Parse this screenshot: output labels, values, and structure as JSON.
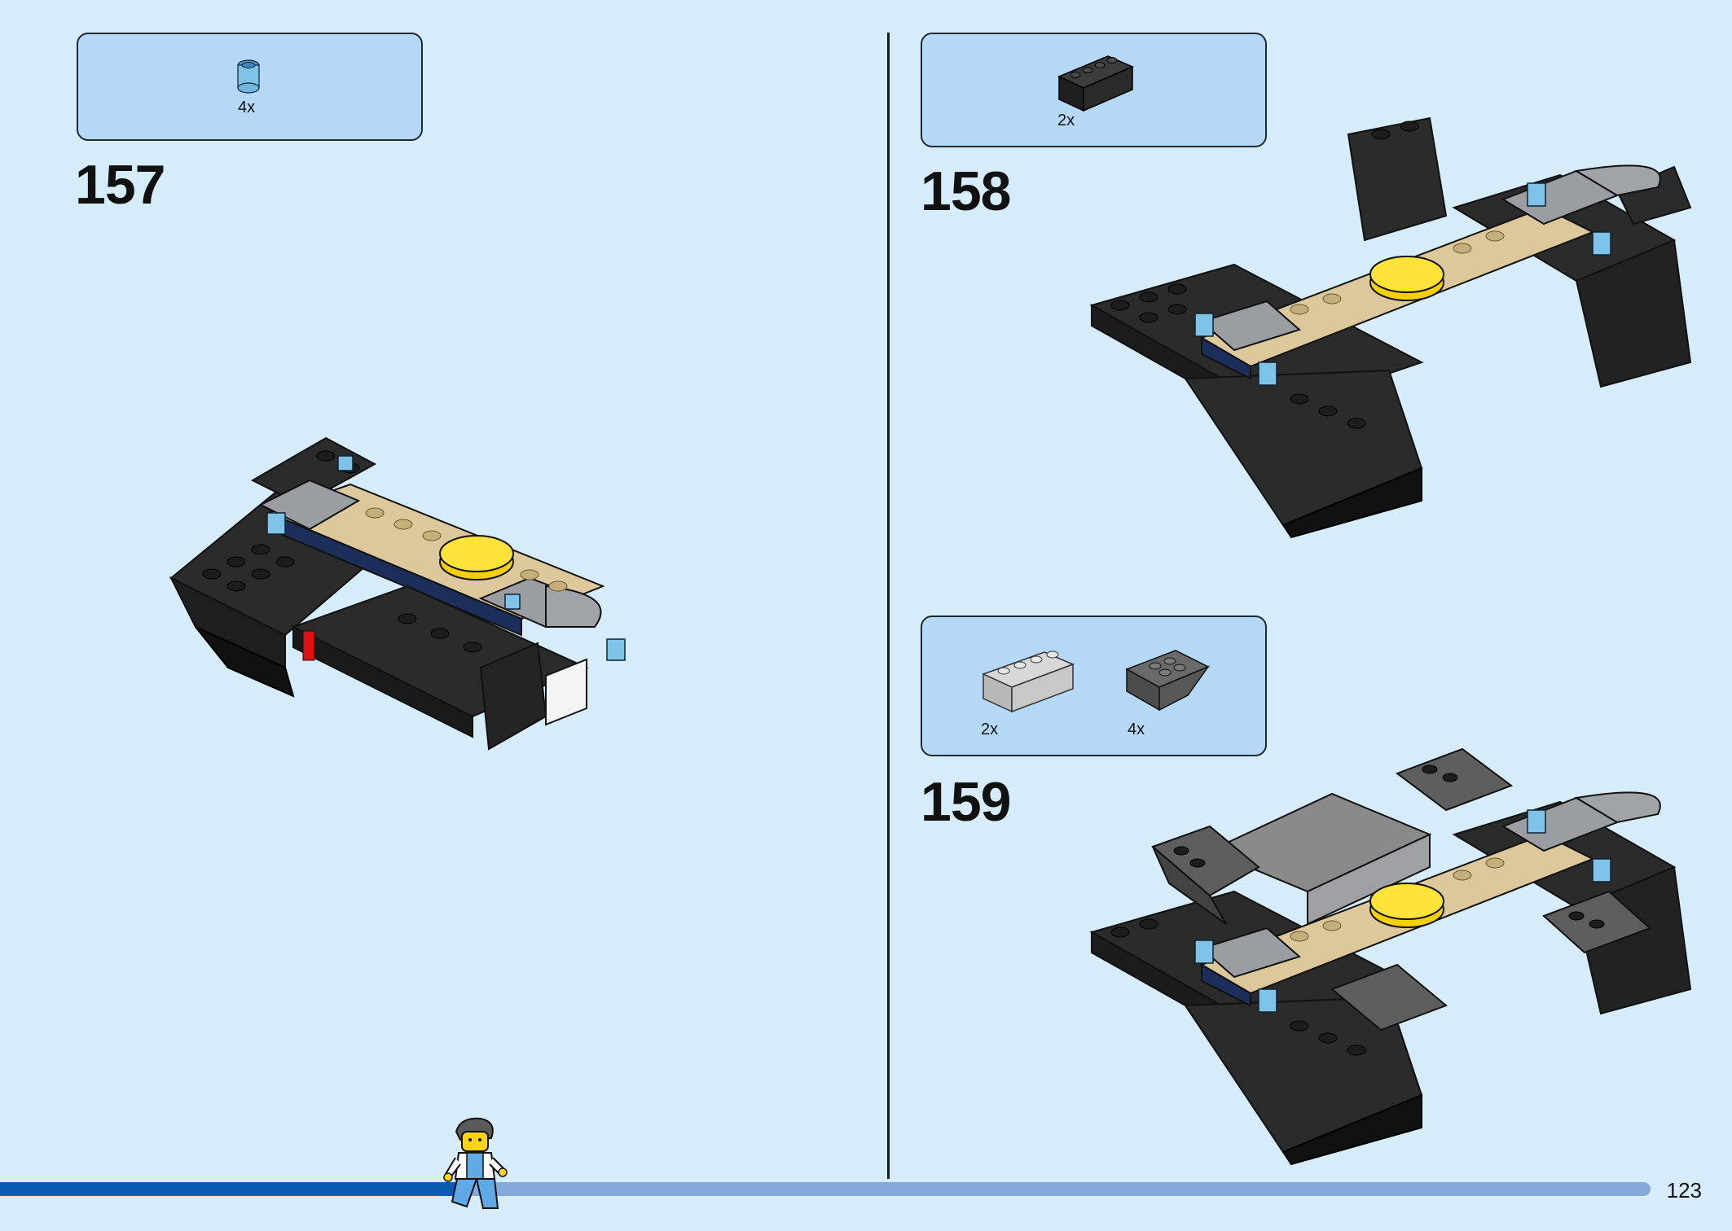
{
  "steps": [
    {
      "number": "157",
      "parts": [
        {
          "name": "transparent-light-blue-round-plate-1x1",
          "qty": "4x"
        }
      ]
    },
    {
      "number": "158",
      "parts": [
        {
          "name": "black-brick-1x4",
          "qty": "2x"
        }
      ]
    },
    {
      "number": "159",
      "parts": [
        {
          "name": "light-gray-brick-1x4",
          "qty": "2x"
        },
        {
          "name": "dark-gray-slope-inverted",
          "qty": "4x"
        }
      ]
    }
  ],
  "footer": {
    "page_number": "123",
    "progress": 0.285
  },
  "colors": {
    "background": "#d6ecfb",
    "callout": "#b4d8f6",
    "brick_black": "#2b2b2b",
    "brick_tan": "#dcc89a",
    "brick_gray": "#9a9ea2",
    "brick_yellow": "#f5d000",
    "trans_blue": "#7fc3e8",
    "progress_fill": "#0c5bb2",
    "progress_track": "#86a9db"
  }
}
